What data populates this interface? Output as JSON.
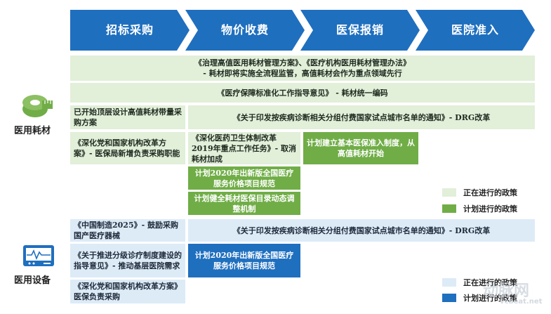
{
  "headers": [
    "招标采购",
    "物价收费",
    "医保报销",
    "医院准入"
  ],
  "colors": {
    "header": "#1f6fbf",
    "light_green": "#e2efd9",
    "dark_green": "#70ad47",
    "light_blue": "#ddebf7",
    "dark_blue": "#1f6fbf"
  },
  "categories": {
    "consumables": "医用耗材",
    "equipment": "医用设备"
  },
  "icons": {
    "consumables": "tape-measure-icon",
    "equipment": "monitor-icon"
  },
  "consumables": {
    "row1_line1": "《治理高值医用耗材管理方案》、《医疗机构医用耗材管理办法》",
    "row1_line2": "- 耗材即将实施全流程监管，高值耗材会作为重点领域先行",
    "row2": "《医疗保障标准化工作指导意见》 - 耗材统一编码",
    "top_level_design": "已开始顶层设计高值耗材带量采购方案",
    "drg_notice": "《关于印发按疾病诊断相关分组付费国家试点城市名单的通知》- DRG改革",
    "reform_plan": "《深化党和国家机构改革方案》- 医保局新增负责采购职能",
    "key_tasks": "《深化医药卫生体制改革2019年重点工作任务》- 取消耗材加成",
    "access_plan": "计划建立基本医保准入制度，从高值耗材开始",
    "pricing_standard": "计划2020年出新版全国医疗服务价格项目规范",
    "catalog_adjust": "计划健全耗材医保目录动态调整机制"
  },
  "equipment": {
    "made_in_china": "《中国制造2025》- 鼓励采购国产医疗器械",
    "tiered_care": "《关于推进分级诊疗制度建设的指导意见》- 推动基层医院需求",
    "drg_notice": "《关于印发按疾病诊断相关分组付费国家试点城市名单的通知》- DRG改革",
    "pricing_standard": "计划2020年出新版全国医疗服务价格项目规范",
    "reform_plan": "《深化党和国家机构改革方案》医保负责采购"
  },
  "legend_consumables": {
    "ongoing": "正在进行的政策",
    "planned": "计划进行的政策"
  },
  "legend_equipment": {
    "ongoing": "正在进行的政策",
    "planned": "计划进行的政策"
  },
  "watermark": {
    "logo": "动脉网",
    "url": "vcbeat.net"
  }
}
